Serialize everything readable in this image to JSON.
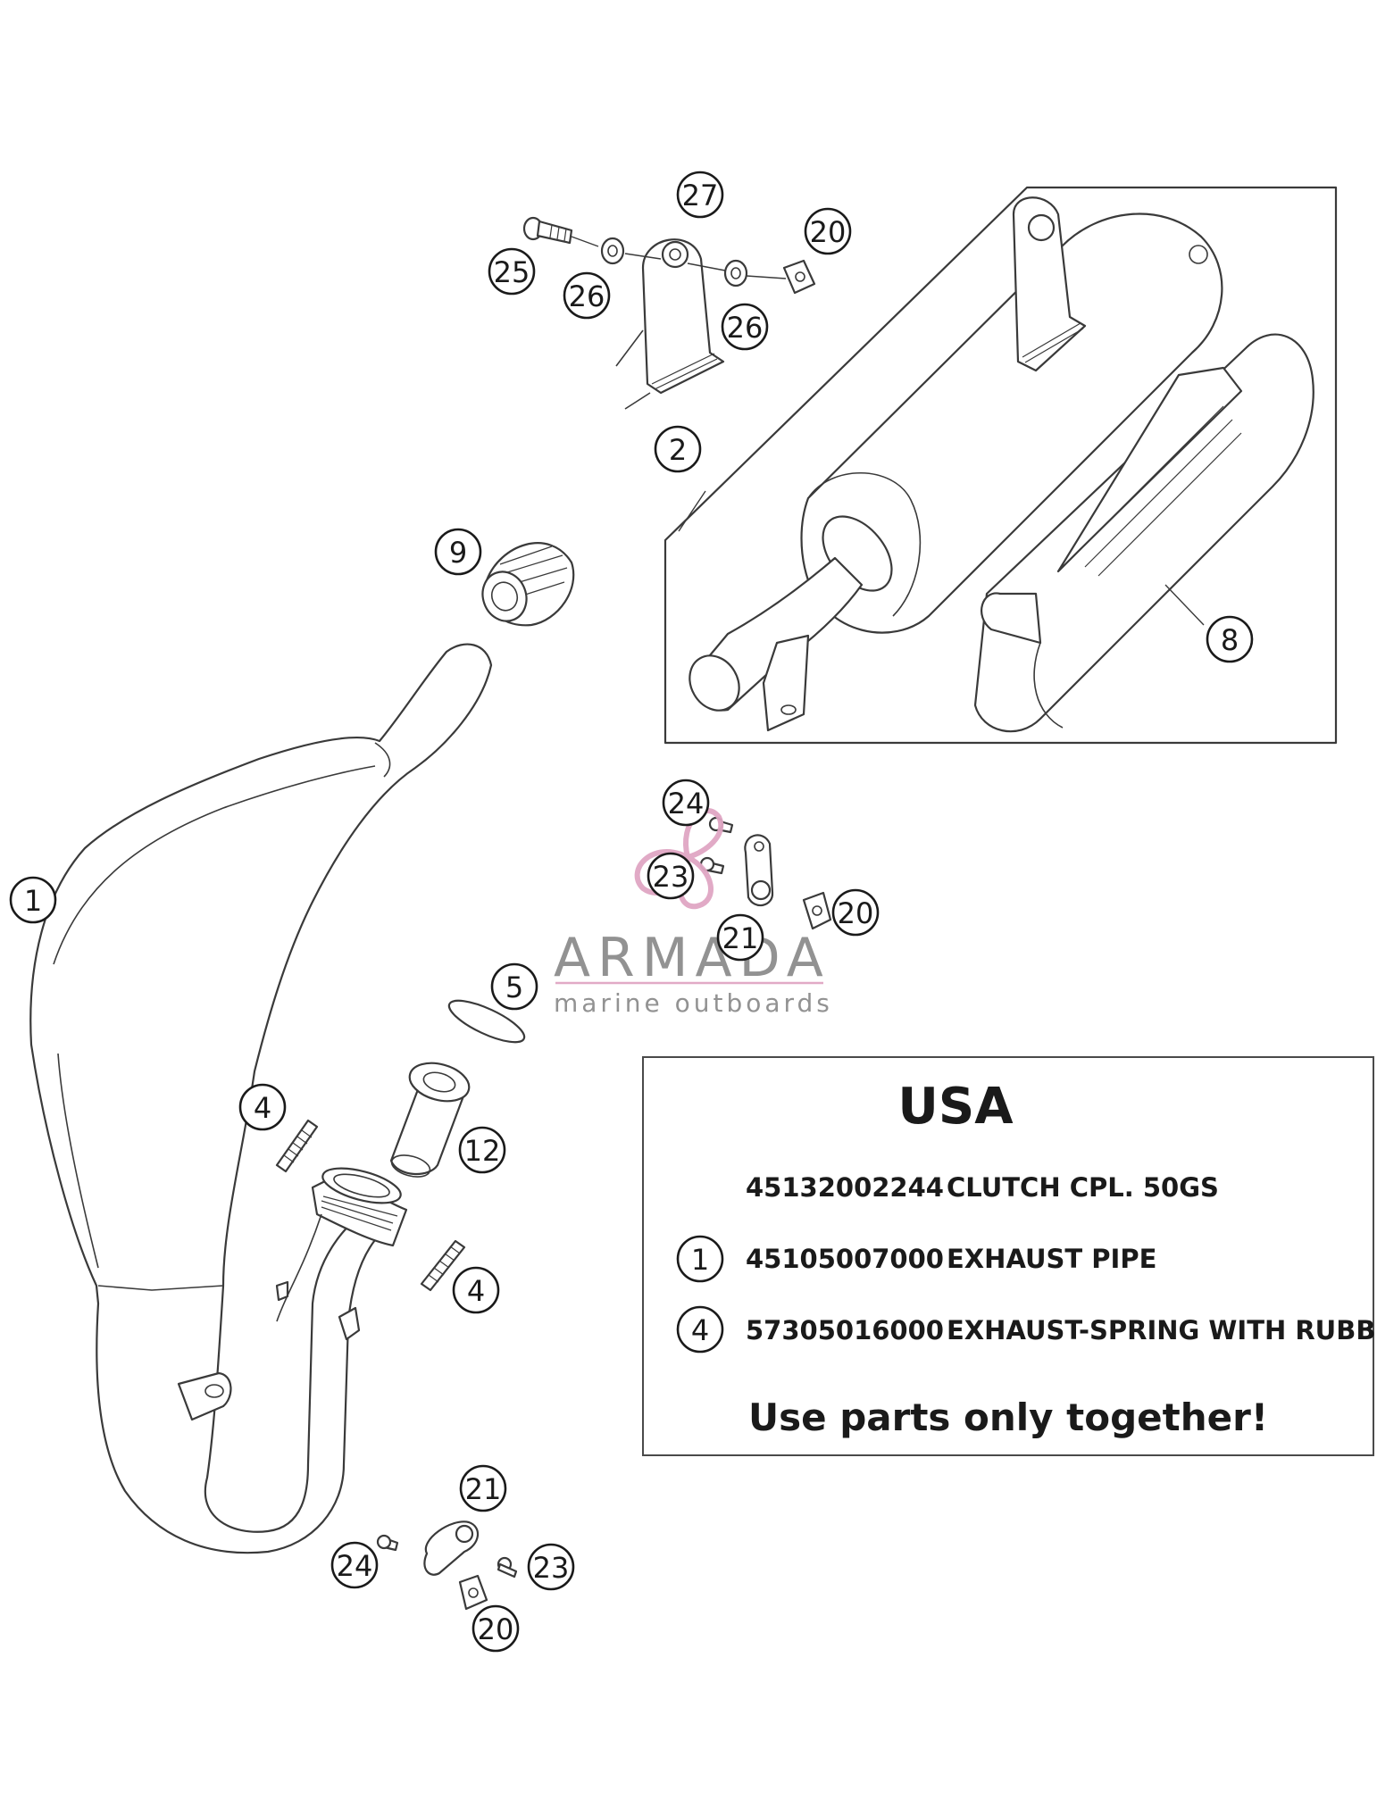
{
  "callouts": [
    "27",
    "20",
    "25",
    "26",
    "26",
    "2",
    "9",
    "8",
    "24",
    "23",
    "21",
    "20",
    "1",
    "5",
    "4",
    "12",
    "4",
    "21",
    "24",
    "23",
    "20"
  ],
  "watermark": {
    "name": "ARMADA",
    "tagline": "marine outboards",
    "accent_color": "#e0a6c4"
  },
  "info_box": {
    "title": "USA",
    "rows": [
      {
        "ref": "",
        "part_number": "45132002244",
        "description": "CLUTCH CPL. 50GS"
      },
      {
        "ref": "1",
        "part_number": "45105007000",
        "description": "EXHAUST PIPE"
      },
      {
        "ref": "4",
        "part_number": "57305016000",
        "description": "EXHAUST-SPRING WITH RUBBER"
      }
    ],
    "note": "Use parts only together!"
  }
}
